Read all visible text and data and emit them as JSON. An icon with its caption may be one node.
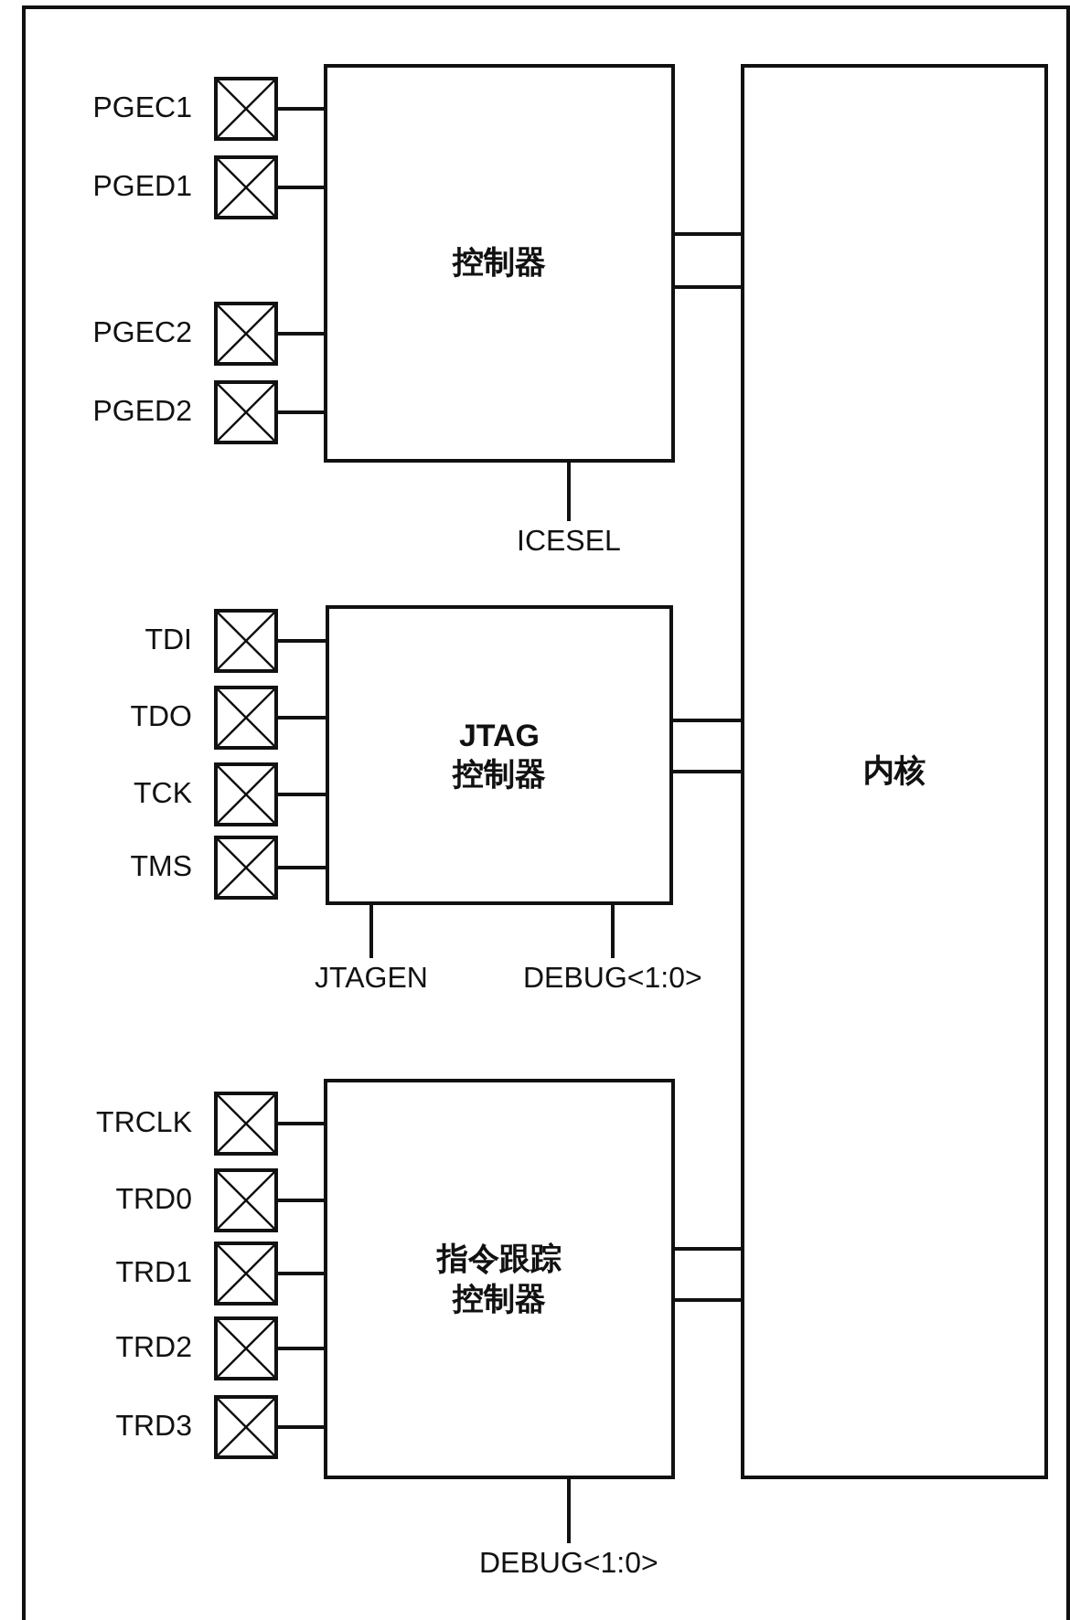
{
  "diagram": {
    "nodes": [
      {
        "text": [
          "控制器"
        ]
      },
      {
        "text": [
          "内核"
        ]
      },
      {
        "text": [],
        "shape": "box",
        "beside": [
          "PGEC1"
        ]
      },
      {
        "text": [],
        "shape": "box",
        "beside": [
          "PGED1"
        ]
      },
      {
        "text": [],
        "shape": "box",
        "beside": [
          "PGEC2"
        ]
      },
      {
        "text": [],
        "shape": "box",
        "beside": [
          "PGED2"
        ]
      },
      {
        "text": [
          "ICESEL"
        ]
      },
      {
        "text": [
          "JTAG 控制器"
        ]
      },
      {
        "text": [],
        "shape": "box",
        "beside": [
          "TDI"
        ]
      },
      {
        "text": [],
        "shape": "box",
        "beside": [
          "TDO"
        ]
      },
      {
        "text": [],
        "shape": "box",
        "beside": [
          "TCK"
        ]
      },
      {
        "text": [],
        "shape": "box",
        "beside": [
          "TMS"
        ]
      },
      {
        "text": [
          "JTAGEN"
        ]
      },
      {
        "text": [
          "DEBUG<1:0>"
        ]
      },
      {
        "text": [
          "指令跟踪控制器"
        ]
      },
      {
        "text": [],
        "shape": "box",
        "beside": [
          "TRCLK"
        ]
      },
      {
        "text": [],
        "shape": "box",
        "beside": [
          "TRD0"
        ]
      },
      {
        "text": [],
        "shape": "box",
        "beside": [
          "TRD1"
        ]
      },
      {
        "text": [],
        "shape": "box",
        "beside": [
          "TRD2"
        ]
      },
      {
        "text": [],
        "shape": "box",
        "beside": [
          "TRD3"
        ]
      },
      {
        "text": [
          "DEBUG<1:0>"
        ]
      }
    ],
    "edges": [
      {
        "from": 2,
        "to": 0,
        "arrow": "none"
      },
      {
        "from": 3,
        "to": 0,
        "arrow": "none"
      },
      {
        "from": 4,
        "to": 0,
        "arrow": "none"
      },
      {
        "from": 5,
        "to": 0,
        "arrow": "none"
      },
      {
        "from": 0,
        "to": 1,
        "arrow": "none"
      },
      {
        "from": 0,
        "to": 1,
        "arrow": "none"
      },
      {
        "from": 0,
        "to": 6,
        "arrow": "none"
      },
      {
        "from": 8,
        "to": 7,
        "arrow": "none"
      },
      {
        "from": 9,
        "to": 7,
        "arrow": "none"
      },
      {
        "from": 10,
        "to": 7,
        "arrow": "none"
      },
      {
        "from": 11,
        "to": 7,
        "arrow": "none"
      },
      {
        "from": 7,
        "to": 1,
        "arrow": "none"
      },
      {
        "from": 7,
        "to": 1,
        "arrow": "none"
      },
      {
        "from": 7,
        "to": 12,
        "arrow": "none"
      },
      {
        "from": 7,
        "to": 13,
        "arrow": "none"
      },
      {
        "from": 15,
        "to": 14,
        "arrow": "none"
      },
      {
        "from": 16,
        "to": 14,
        "arrow": "none"
      },
      {
        "from": 17,
        "to": 14,
        "arrow": "none"
      },
      {
        "from": 18,
        "to": 14,
        "arrow": "none"
      },
      {
        "from": 19,
        "to": 14,
        "arrow": "none"
      },
      {
        "from": 14,
        "to": 1,
        "arrow": "none"
      },
      {
        "from": 14,
        "to": 1,
        "arrow": "none"
      },
      {
        "from": 14,
        "to": 20,
        "arrow": "none"
      }
    ]
  }
}
